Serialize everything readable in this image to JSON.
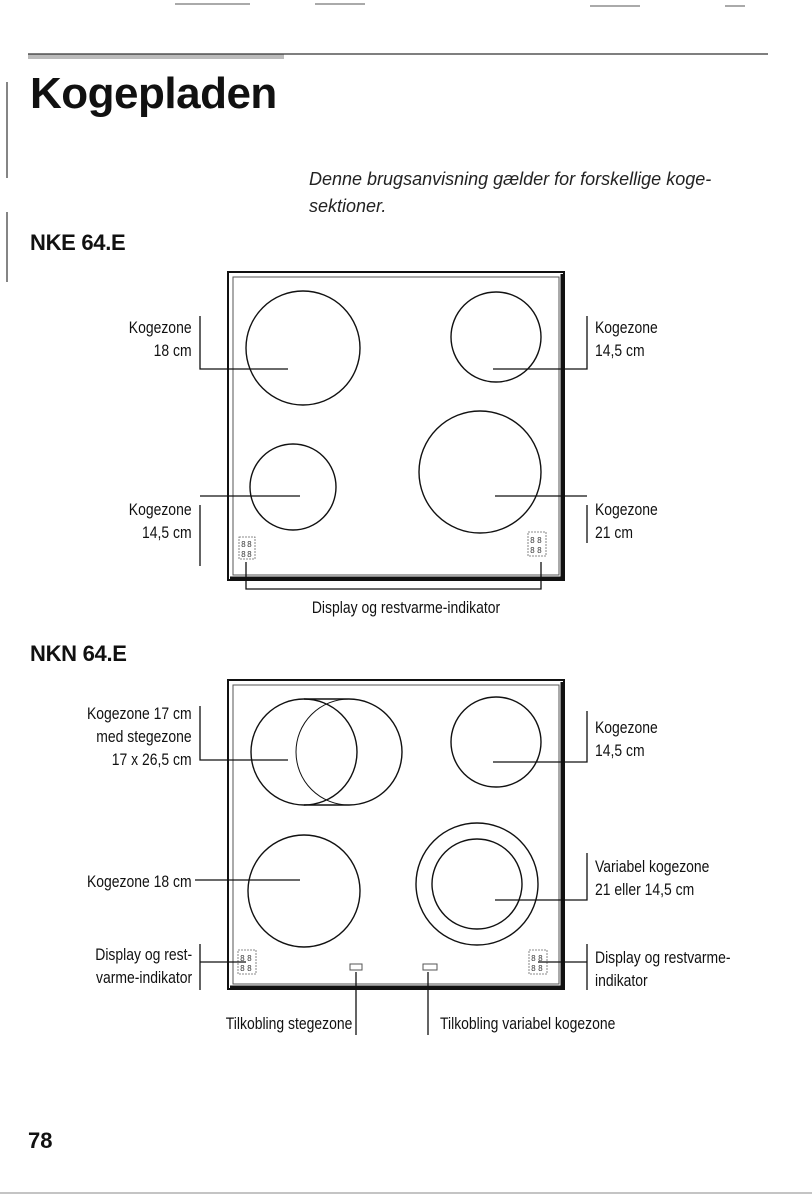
{
  "title": "Kogepladen",
  "intro": "Denne brugsanvisning gælder for forskellige koge-\nsektioner.",
  "nke": {
    "model": "NKE 64.E",
    "zone_tl": "Kogezone\n18 cm",
    "zone_tr": "Kogezone\n14,5 cm",
    "zone_bl": "Kogezone\n14,5 cm",
    "zone_br": "Kogezone\n21 cm",
    "display": "Display og restvarme-indikator"
  },
  "nkn": {
    "model": "NKN 64.E",
    "zone_tl": "Kogezone 17 cm\nmed stegezone\n17 x 26,5 cm",
    "zone_tr": "Kogezone\n14,5 cm",
    "zone_bl": "Kogezone 18 cm",
    "zone_br": "Variabel kogezone\n21 eller 14,5 cm",
    "display_left": "Display og rest-\nvarme-indikator",
    "display_right": "Display og restvarme-\nindikator",
    "switch_roast": "Tilkobling stegezone",
    "switch_variable": "Tilkobling variabel kogezone"
  },
  "page_number": "78"
}
